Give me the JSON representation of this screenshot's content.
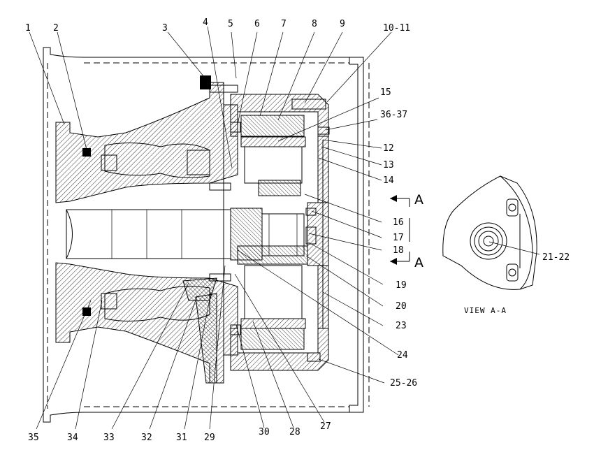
{
  "callouts": {
    "c1": "1",
    "c2": "2",
    "c3": "3",
    "c4": "4",
    "c5": "5",
    "c6": "6",
    "c7": "7",
    "c8": "8",
    "c9": "9",
    "c10_11": "10-11",
    "c15": "15",
    "c36_37": "36-37",
    "c12": "12",
    "c13": "13",
    "c14": "14",
    "c16": "16",
    "c17": "17",
    "c18": "18",
    "c19": "19",
    "c20": "20",
    "c23": "23",
    "c24": "24",
    "c25_26": "25-26",
    "c35": "35",
    "c34": "34",
    "c33": "33",
    "c32": "32",
    "c31": "31",
    "c29": "29",
    "c30": "30",
    "c28": "28",
    "c27": "27",
    "c21_22": "21-22"
  },
  "section": {
    "top_letter": "A",
    "bottom_letter": "A"
  },
  "view": {
    "title": "VIEW A-A"
  }
}
